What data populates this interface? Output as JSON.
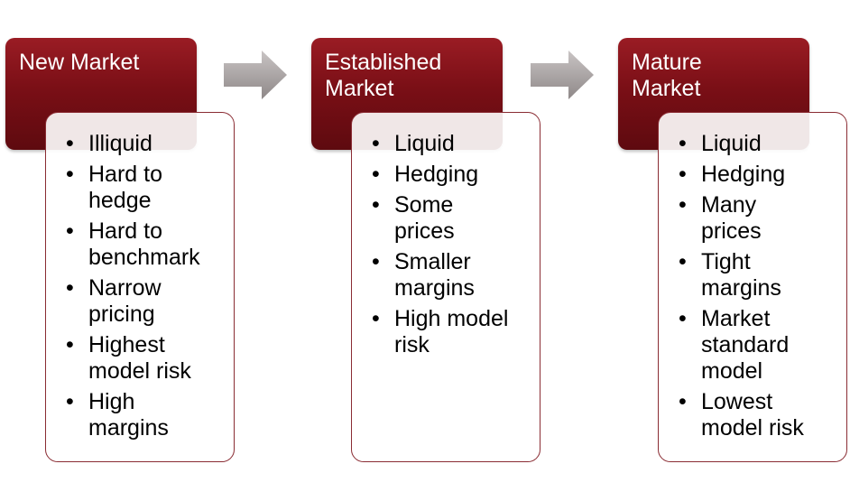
{
  "stages": [
    {
      "title_lines": [
        "New Market"
      ],
      "items": [
        [
          "Illiquid"
        ],
        [
          "Hard to",
          "hedge"
        ],
        [
          "Hard to",
          "benchmark"
        ],
        [
          "Narrow",
          "pricing"
        ],
        [
          "Highest",
          "model risk"
        ],
        [
          "High",
          "margins"
        ]
      ]
    },
    {
      "title_lines": [
        "Established",
        "Market"
      ],
      "items": [
        [
          "Liquid"
        ],
        [
          "Hedging"
        ],
        [
          "Some",
          "prices"
        ],
        [
          "Smaller",
          "margins"
        ],
        [
          "High model",
          "risk"
        ]
      ]
    },
    {
      "title_lines": [
        "Mature",
        "Market"
      ],
      "items": [
        [
          "Liquid"
        ],
        [
          "Hedging"
        ],
        [
          "Many",
          "prices"
        ],
        [
          "Tight",
          "margins"
        ],
        [
          "Market",
          "standard",
          "model"
        ],
        [
          "Lowest",
          "model risk"
        ]
      ]
    }
  ],
  "bullet": "•",
  "colors": {
    "header": "#7a0f16",
    "card_border": "#8a2c33",
    "arrow": "#a9a3a3"
  },
  "icons": {
    "connector": "right-arrow-icon"
  }
}
